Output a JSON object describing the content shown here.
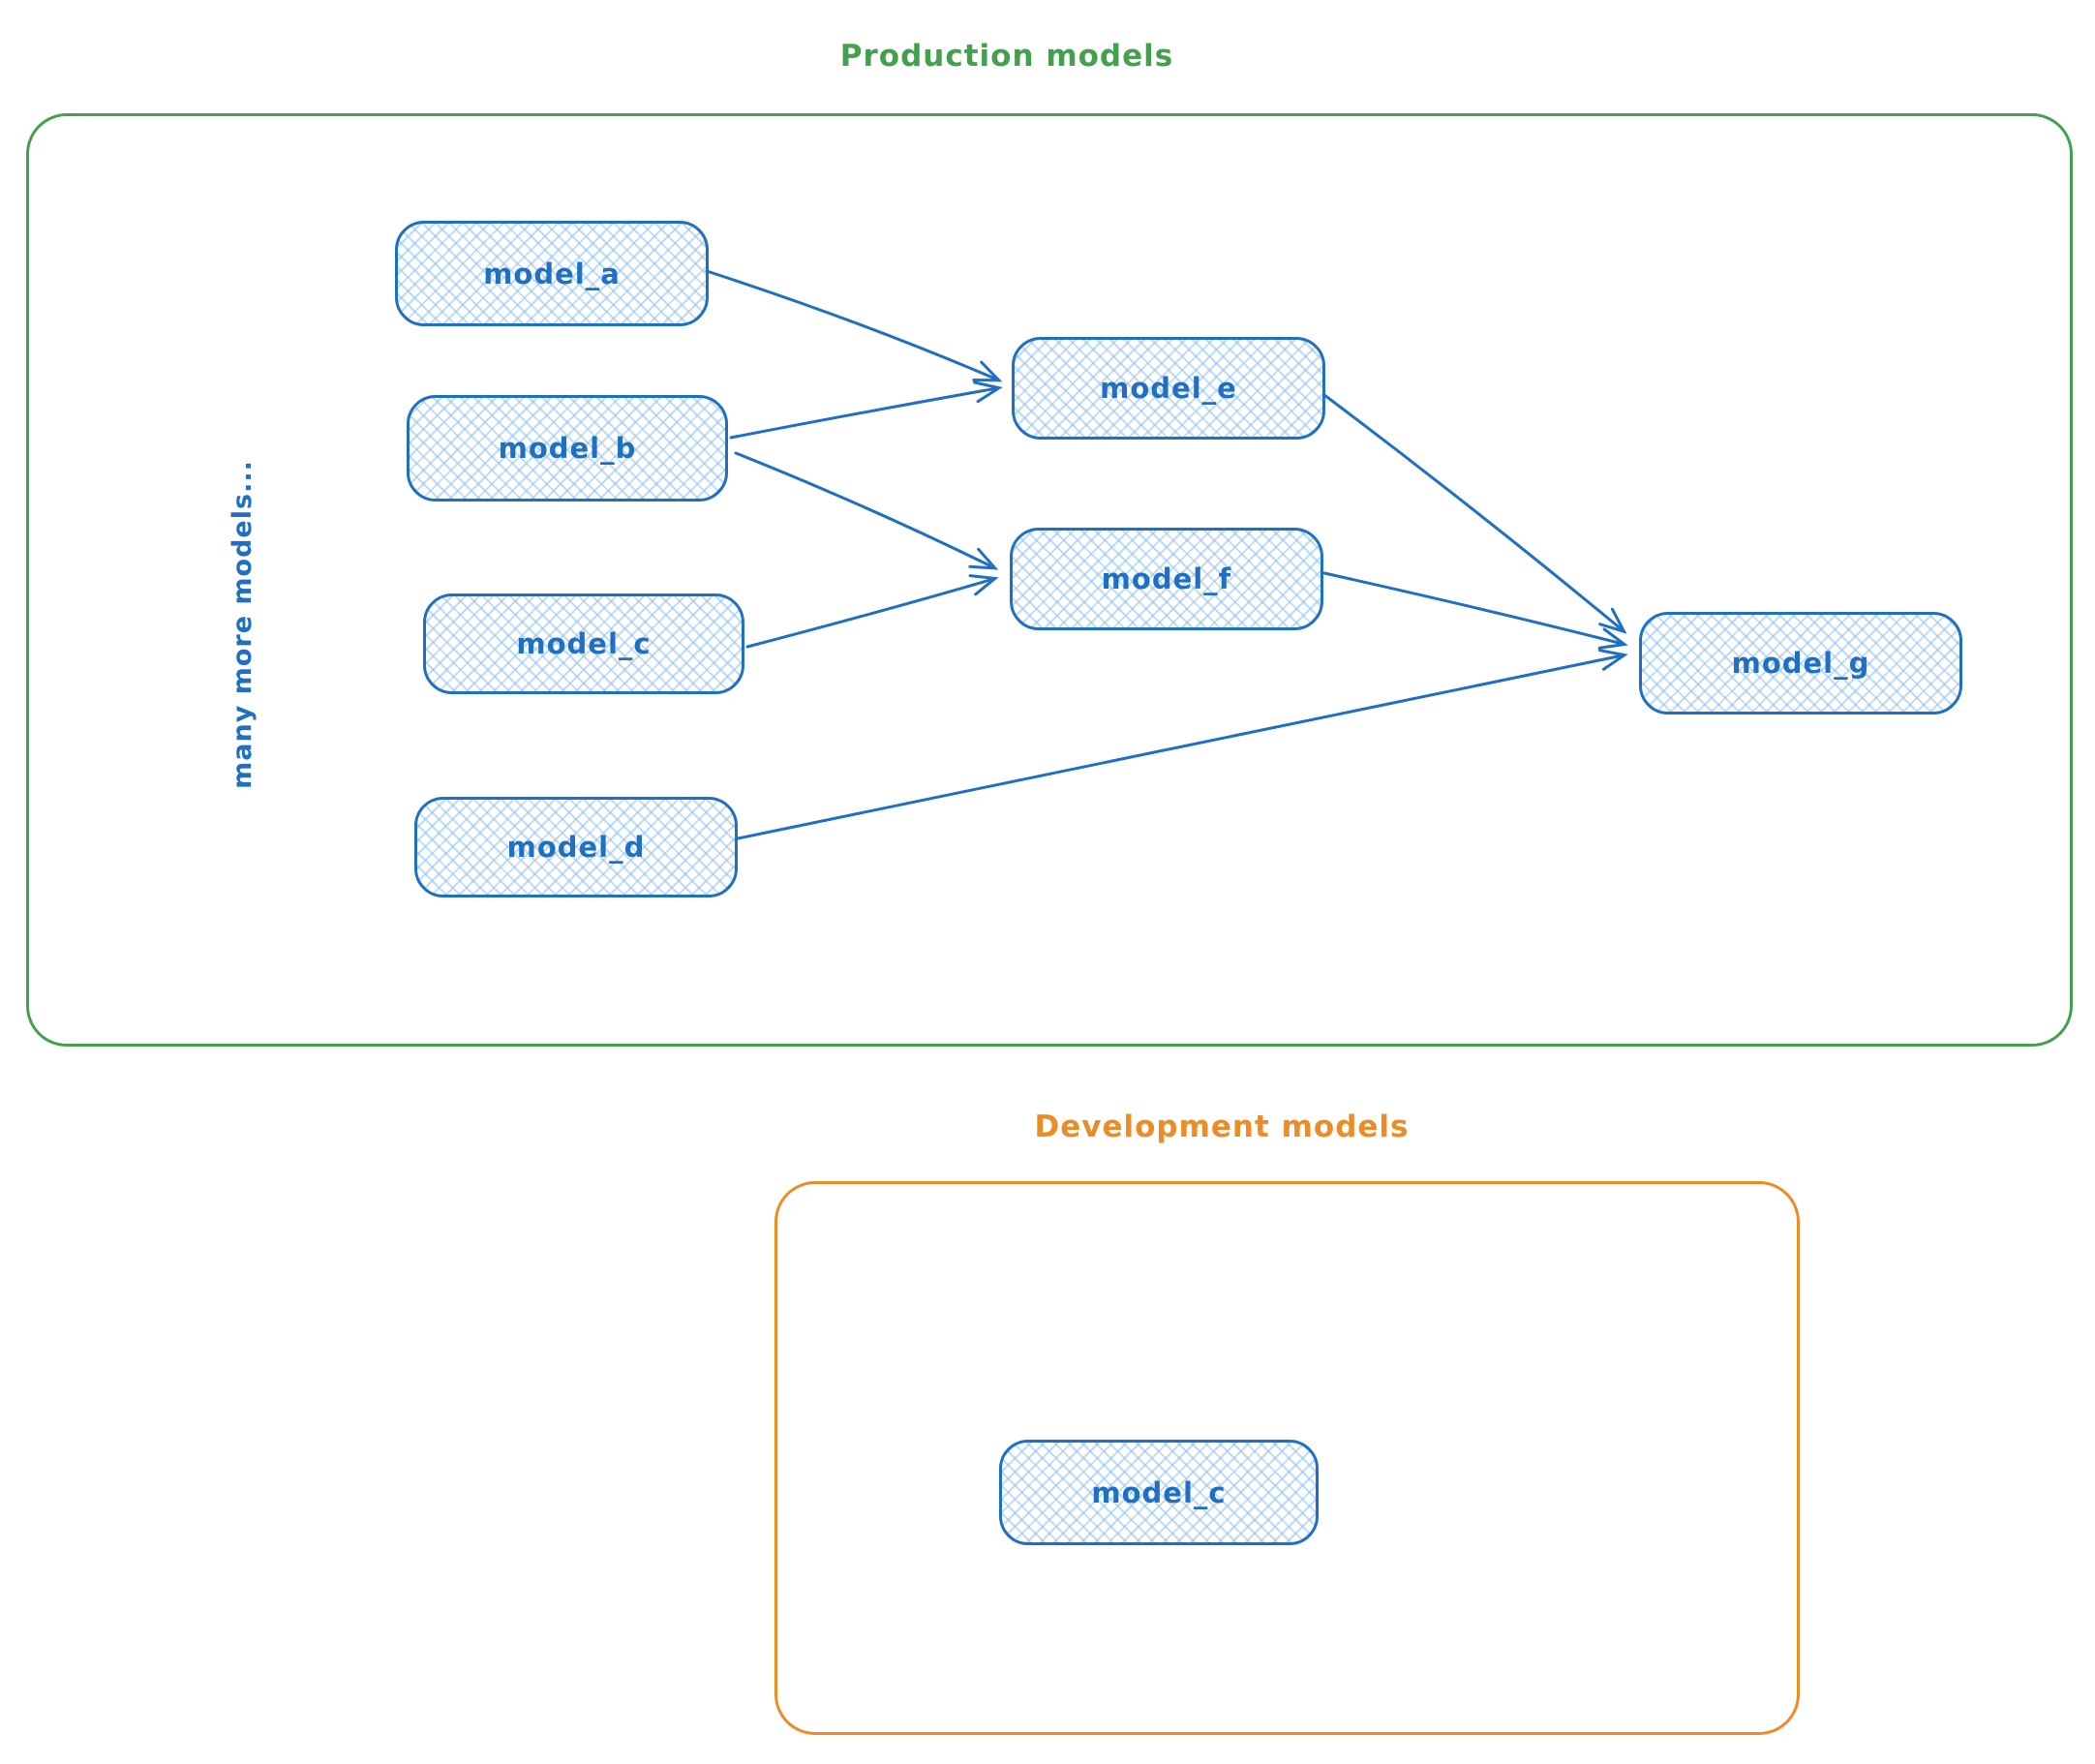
{
  "production": {
    "title": "Production models",
    "side_note": "many more models...",
    "nodes": {
      "a": {
        "label": "model_a"
      },
      "b": {
        "label": "model_b"
      },
      "c": {
        "label": "model_c"
      },
      "d": {
        "label": "model_d"
      },
      "e": {
        "label": "model_e"
      },
      "f": {
        "label": "model_f"
      },
      "g": {
        "label": "model_g"
      }
    },
    "edges": [
      {
        "from": "model_a",
        "to": "model_e"
      },
      {
        "from": "model_b",
        "to": "model_e"
      },
      {
        "from": "model_b",
        "to": "model_f"
      },
      {
        "from": "model_c",
        "to": "model_f"
      },
      {
        "from": "model_e",
        "to": "model_g"
      },
      {
        "from": "model_f",
        "to": "model_g"
      },
      {
        "from": "model_d",
        "to": "model_g"
      }
    ]
  },
  "development": {
    "title": "Development models",
    "nodes": {
      "c": {
        "label": "model_c"
      }
    }
  },
  "colors": {
    "production_color": "#44a04f",
    "development_color": "#eb8c26",
    "node_color": "#1f6fc2",
    "arrow_color": "#1f6fc2",
    "node_hatch_color": "#aed1f2"
  }
}
